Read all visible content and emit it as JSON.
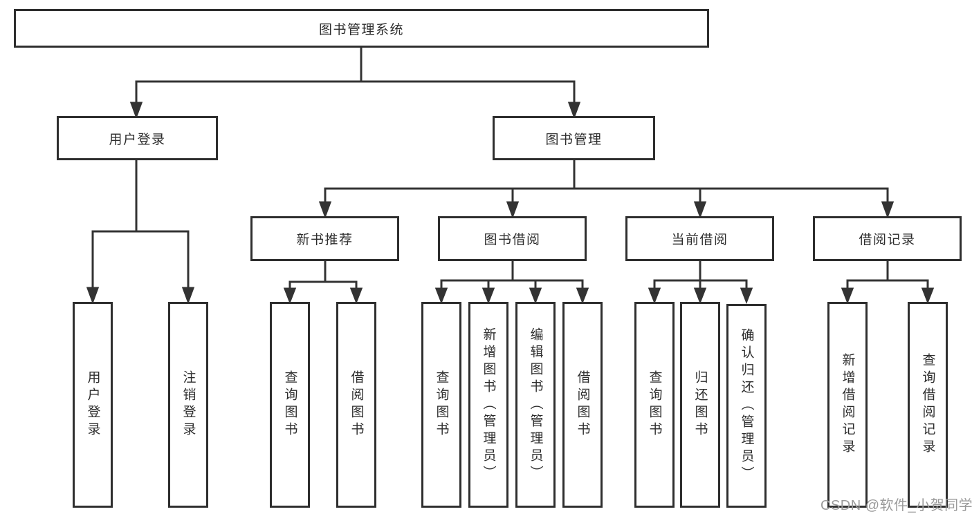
{
  "diagram": {
    "root": {
      "label": "图书管理系统"
    },
    "level1": [
      {
        "label": "用户登录"
      },
      {
        "label": "图书管理"
      }
    ],
    "level2": [
      {
        "label": "新书推荐"
      },
      {
        "label": "图书借阅"
      },
      {
        "label": "当前借阅"
      },
      {
        "label": "借阅记录"
      }
    ],
    "leaves": {
      "login": [
        {
          "label": "用户登录"
        },
        {
          "label": "注销登录"
        }
      ],
      "recommend": [
        {
          "label": "查询图书"
        },
        {
          "label": "借阅图书"
        }
      ],
      "borrow": [
        {
          "label": "查询图书"
        },
        {
          "label": "新增图书（管理员）"
        },
        {
          "label": "编辑图书（管理员）"
        },
        {
          "label": "借阅图书"
        }
      ],
      "current": [
        {
          "label": "查询图书"
        },
        {
          "label": "归还图书"
        },
        {
          "label": "确认归还（管理员）"
        }
      ],
      "records": [
        {
          "label": "新增借阅记录"
        },
        {
          "label": "查询借阅记录"
        }
      ]
    }
  },
  "watermark": {
    "text": "CSDN @软件_小贺同学"
  },
  "colors": {
    "line": "#333333",
    "box_border": "#2e2e2e",
    "text": "#2d2d2d",
    "watermark_text": "#9a9a9a",
    "background": "#ffffff"
  }
}
